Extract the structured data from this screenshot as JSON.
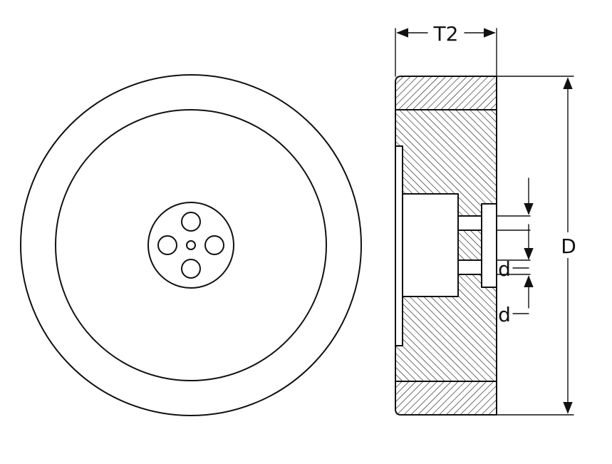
{
  "labels": {
    "width": "T2",
    "diameter": "D",
    "hub": "d"
  },
  "colors": {
    "ink": "#111111",
    "paper": "#ffffff"
  }
}
